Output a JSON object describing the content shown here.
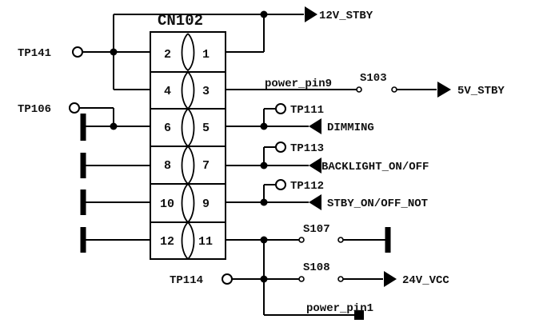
{
  "connector": {
    "name": "CN102",
    "pins": [
      "1",
      "2",
      "3",
      "4",
      "5",
      "6",
      "7",
      "8",
      "9",
      "10",
      "11",
      "12"
    ]
  },
  "nets": {
    "v12_stby": "12V_STBY",
    "v5_stby": "5V_STBY",
    "dimming": "DIMMING",
    "backlight": "BACKLIGHT_ON/OFF",
    "stby_not": "STBY_ON/OFF_NOT",
    "v24_vcc": "24V_VCC",
    "power_pin9": "power_pin9",
    "power_pin1": "power_pin1"
  },
  "test_points": {
    "tp141": "TP141",
    "tp106": "TP106",
    "tp111": "TP111",
    "tp113": "TP113",
    "tp112": "TP112",
    "tp114": "TP114"
  },
  "switches": {
    "s103": "S103",
    "s107": "S107",
    "s108": "S108"
  }
}
